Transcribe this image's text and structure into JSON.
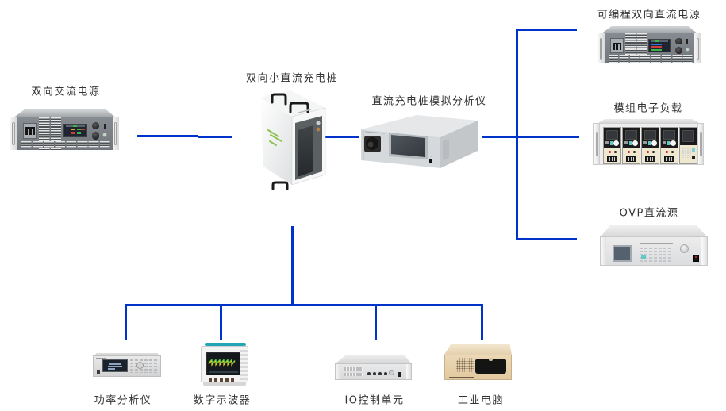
{
  "diagram": {
    "nodes": {
      "ac_source": {
        "label": "双向交流电源",
        "icon": "ac-power-source-icon"
      },
      "charging_pile": {
        "label": "双向小直流充电桩",
        "icon": "dc-charging-pile-icon"
      },
      "pile_analyzer": {
        "label": "直流充电桩模拟分析仪",
        "icon": "charging-pile-analyzer-icon"
      },
      "prog_dc_source": {
        "label": "可编程双向直流电源",
        "icon": "programmable-dc-source-icon"
      },
      "e_load": {
        "label": "模组电子负载",
        "icon": "electronic-load-icon"
      },
      "ovp_source": {
        "label": "OVP直流源",
        "icon": "ovp-dc-source-icon"
      },
      "power_analyzer": {
        "label": "功率分析仪",
        "icon": "power-analyzer-icon"
      },
      "oscilloscope": {
        "label": "数字示波器",
        "icon": "oscilloscope-icon"
      },
      "io_unit": {
        "label": "IO控制单元",
        "icon": "io-control-unit-icon"
      },
      "ipc": {
        "label": "工业电脑",
        "icon": "industrial-pc-icon"
      }
    },
    "connections": [
      {
        "from": "双向交流电源",
        "to": "双向小直流充电桩"
      },
      {
        "from": "双向小直流充电桩",
        "to": "直流充电桩模拟分析仪"
      },
      {
        "from": "直流充电桩模拟分析仪",
        "to": "可编程双向直流电源"
      },
      {
        "from": "直流充电桩模拟分析仪",
        "to": "模组电子负载"
      },
      {
        "from": "直流充电桩模拟分析仪",
        "to": "OVP直流源"
      },
      {
        "from": "双向小直流充电桩",
        "to": "功率分析仪"
      },
      {
        "from": "双向小直流充电桩",
        "to": "数字示波器"
      },
      {
        "from": "双向小直流充电桩",
        "to": "IO控制单元"
      },
      {
        "from": "双向小直流充电桩",
        "to": "工业电脑"
      }
    ]
  },
  "colors": {
    "connector": "#0033cc",
    "label_text": "#333333",
    "background": "#ffffff",
    "ipc_body": "#ecd8b6",
    "scope_handle": "#22a6b6"
  }
}
